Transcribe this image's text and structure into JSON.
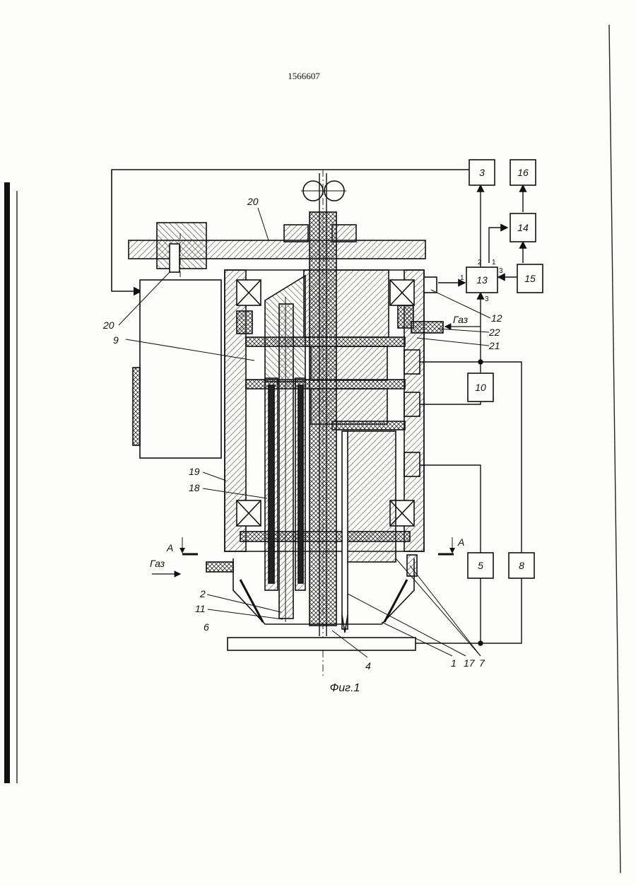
{
  "document": {
    "patent_number": "1566607",
    "caption": "Фиг.1",
    "gas_label": "Газ",
    "section_label": "А"
  },
  "blocks": [
    "3",
    "16",
    "14",
    "13",
    "15",
    "10",
    "5",
    "8"
  ],
  "block_pins": {
    "in_left": "1",
    "top_left": "2",
    "top_right": "1",
    "in_right": "3",
    "bottom": "3"
  },
  "parts": [
    "20",
    "20",
    "9",
    "19",
    "18",
    "2",
    "11",
    "6",
    "4",
    "1",
    "17",
    "7",
    "12",
    "22",
    "21"
  ],
  "colors": {
    "ink": "#111111",
    "paper": "#fdfdfb",
    "hatch": "#333333"
  }
}
